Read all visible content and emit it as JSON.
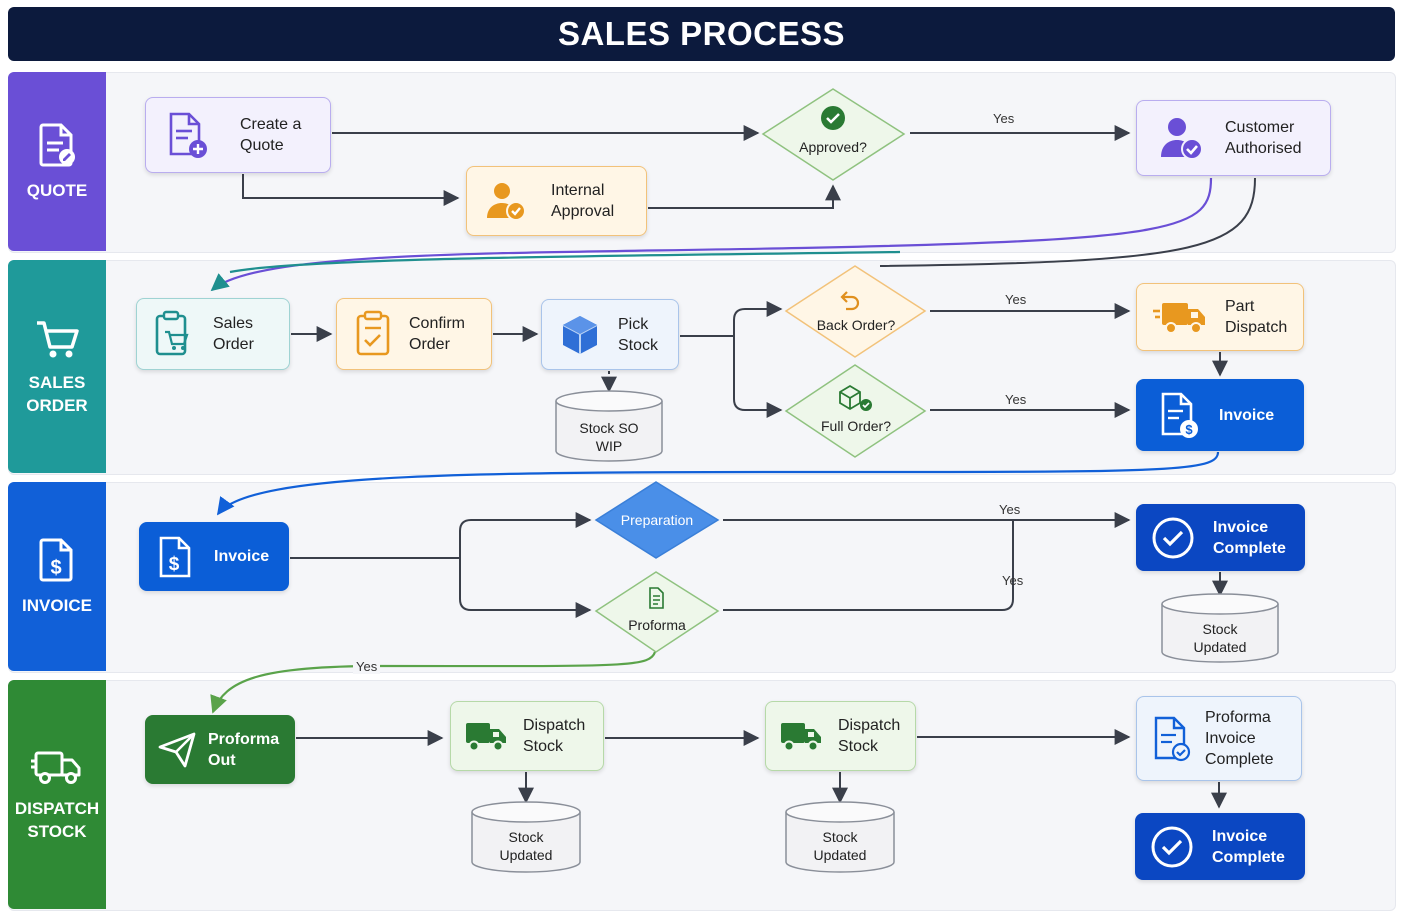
{
  "title": "SALES PROCESS",
  "lanes": {
    "quote": {
      "label": "QUOTE",
      "color": "#6a4fd6"
    },
    "sales_order": {
      "label": "SALES\nORDER",
      "color": "#1f9a9a"
    },
    "invoice": {
      "label": "INVOICE",
      "color": "#1160d8"
    },
    "dispatch": {
      "label": "DISPATCH\nSTOCK",
      "color": "#2f8a35"
    }
  },
  "nodes": {
    "create_quote": "Create a\nQuote",
    "internal_approval": "Internal\nApproval",
    "approved": "Approved?",
    "customer_authorised": "Customer\nAuthorised",
    "sales_order": "Sales\nOrder",
    "confirm_order": "Confirm\nOrder",
    "pick_stock": "Pick\nStock",
    "stock_so_wip": "Stock SO\nWIP",
    "back_order": "Back Order?",
    "full_order": "Full Order?",
    "part_dispatch": "Part\nDispatch",
    "invoice_so": "Invoice",
    "invoice_main": "Invoice",
    "preparation": "Preparation",
    "proforma": "Proforma",
    "invoice_complete_1": "Invoice\nComplete",
    "stock_updated_1": "Stock\nUpdated",
    "proforma_out": "Proforma\nOut",
    "dispatch_stock_1": "Dispatch\nStock",
    "dispatch_stock_2": "Dispatch\nStock",
    "stock_updated_2": "Stock\nUpdated",
    "stock_updated_3": "Stock\nUpdated",
    "proforma_invoice_complete": "Proforma\nInvoice\nComplete",
    "invoice_complete_2": "Invoice\nComplete"
  },
  "edge_labels": {
    "approved_yes": "Yes",
    "back_order_yes": "Yes",
    "full_order_yes": "Yes",
    "preparation_yes": "Yes",
    "proforma_yes_right": "Yes",
    "proforma_yes_down": "Yes"
  },
  "icons": {
    "quote_lane": "document-edit-icon",
    "sales_lane": "shopping-cart-icon",
    "invoice_lane": "invoice-dollar-icon",
    "dispatch_lane": "delivery-truck-icon"
  }
}
